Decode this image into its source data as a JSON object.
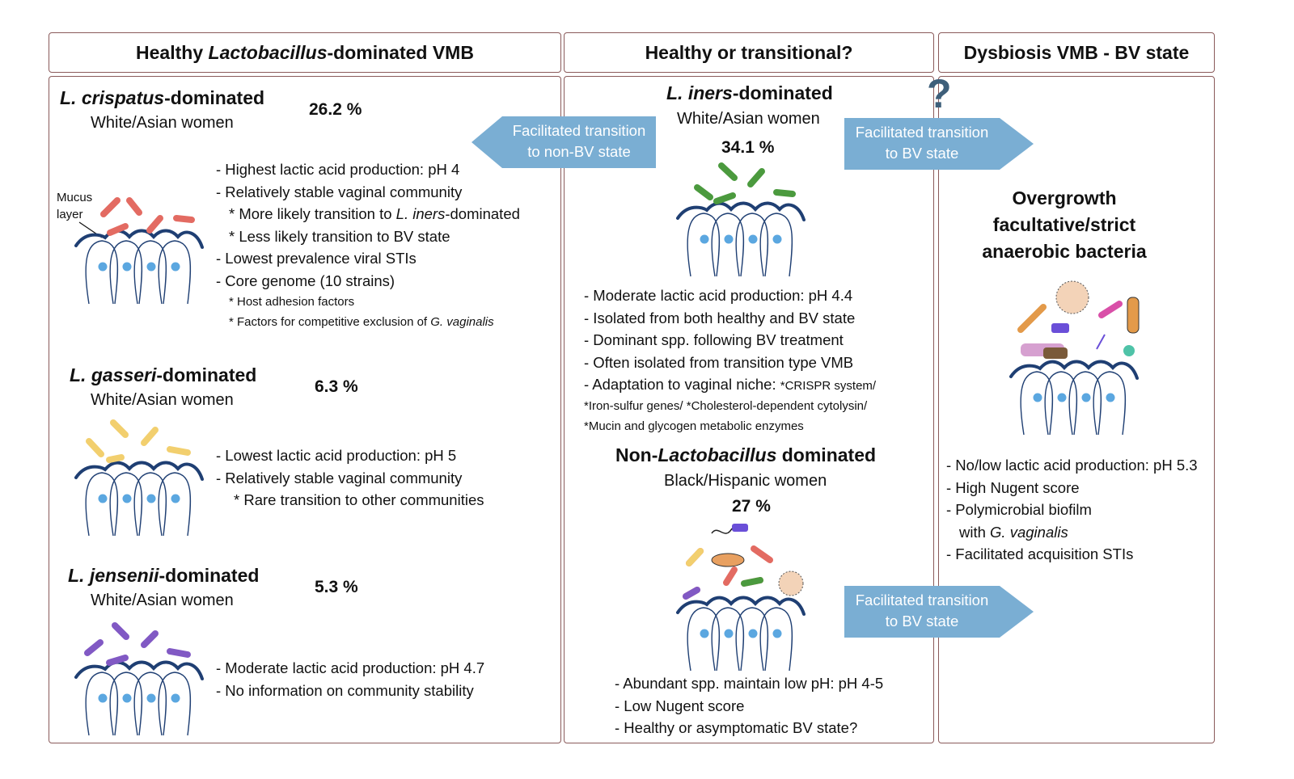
{
  "headers": {
    "left_pre": "Healthy ",
    "left_it": "Lactobacillus",
    "left_post": "-dominated VMB",
    "middle": "Healthy or transitional?",
    "right": "Dysbiosis VMB - BV state"
  },
  "crispatus": {
    "title_it": "L. crispatus",
    "title_post": "-dominated",
    "subtitle": "White/Asian women",
    "percent": "26.2 %",
    "mucus_line1": "Mucus",
    "mucus_line2": "layer",
    "b1": "- Highest lactic acid production: pH 4",
    "b2": "- Relatively stable vaginal community",
    "b3_pre": "* More likely transition to ",
    "b3_it": "L. iners",
    "b3_post": "-dominated",
    "b4": "* Less likely transition to BV state",
    "b5": "- Lowest prevalence viral STIs",
    "b6": "- Core genome (10 strains)",
    "b7": "* Host adhesion factors",
    "b8_pre": "* Factors for competitive exclusion of ",
    "b8_it": "G. vaginalis"
  },
  "gasseri": {
    "title_it": "L. gasseri",
    "title_post": "-dominated",
    "subtitle": "White/Asian women",
    "percent": "6.3 %",
    "b1": "- Lowest lactic acid production: pH 5",
    "b2": "- Relatively stable vaginal community",
    "b3": "* Rare transition to other communities"
  },
  "jensenii": {
    "title_it": "L. jensenii",
    "title_post": "-dominated",
    "subtitle": "White/Asian women",
    "percent": "5.3 %",
    "b1": "- Moderate lactic acid production: pH 4.7",
    "b2": "- No information on community stability"
  },
  "iners": {
    "title_it": "L. iners",
    "title_post": "-dominated",
    "subtitle": "White/Asian women",
    "percent": "34.1 %",
    "b1": "- Moderate lactic acid production: pH 4.4",
    "b2": "- Isolated from both healthy and BV state",
    "b3": "- Dominant spp. following BV treatment",
    "b4": "- Often isolated from transition type VMB",
    "b5_pre": "- Adaptation to vaginal niche: ",
    "b5_small": "*CRISPR system/",
    "b6": "*Iron-sulfur genes/ *Cholesterol-dependent cytolysin/",
    "b7": "*Mucin and glycogen metabolic enzymes"
  },
  "nonlacto": {
    "title_pre": "Non-",
    "title_it": "Lactobacillus",
    "title_post": " dominated",
    "subtitle": "Black/Hispanic women",
    "percent": "27 %",
    "b1": "- Abundant spp. maintain low pH: pH 4-5",
    "b2": "- Low Nugent score",
    "b3": "- Healthy or asymptomatic BV state?"
  },
  "bv": {
    "question": "?",
    "t1": "Overgrowth",
    "t2": "facultative/strict",
    "t3": "anaerobic bacteria",
    "b1": "- No/low lactic acid production: pH 5.3",
    "b2": "- High Nugent score",
    "b3": "- Polymicrobial biofilm",
    "b4_pre": "with ",
    "b4_it": "G. vaginalis",
    "b5": "- Facilitated acquisition STIs"
  },
  "arrows": {
    "left_l1": "Facilitated transition",
    "left_l2": "to non-BV state",
    "right1_l1": "Facilitated transition",
    "right1_l2": "to BV state",
    "right2_l1": "Facilitated transition",
    "right2_l2": "to BV state"
  },
  "colors": {
    "crispatus": "#e36b62",
    "gasseri": "#f2cf6e",
    "jensenii": "#8159c4",
    "iners": "#4b9a3e",
    "arrow": "#7aaed3",
    "epithelium": "#1f3f73",
    "nucleus": "#5ba7e0",
    "frame": "#8a5a5a"
  }
}
